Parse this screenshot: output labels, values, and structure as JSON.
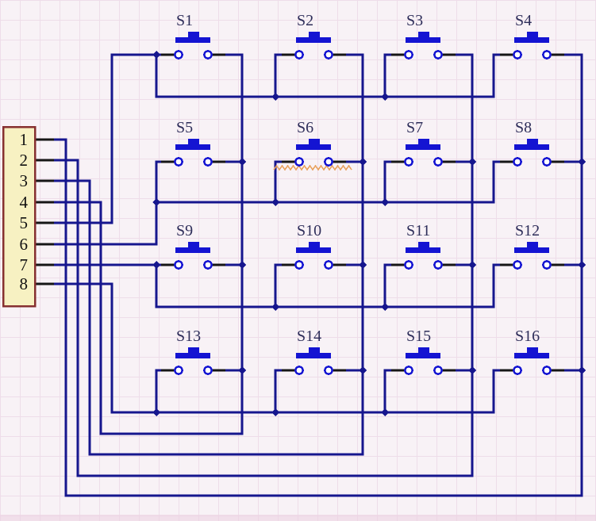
{
  "colors": {
    "background": "#f8f2f6",
    "grid": "#e3c3da",
    "wire": "#16168e",
    "symbol": "#1414d2",
    "lead": "#161616",
    "label": "#2e2e5a",
    "connector_fill": "#f7f1c2",
    "connector_border": "#863030",
    "pin_text": "#101010",
    "highlight": "#e8a25e",
    "edge_strip": "#ecd2e2"
  },
  "connector": {
    "pins": [
      "1",
      "2",
      "3",
      "4",
      "5",
      "6",
      "7",
      "8"
    ]
  },
  "switches": [
    {
      "label": "S1"
    },
    {
      "label": "S2"
    },
    {
      "label": "S3"
    },
    {
      "label": "S4"
    },
    {
      "label": "S5"
    },
    {
      "label": "S6"
    },
    {
      "label": "S7"
    },
    {
      "label": "S8"
    },
    {
      "label": "S9"
    },
    {
      "label": "S10"
    },
    {
      "label": "S11"
    },
    {
      "label": "S12"
    },
    {
      "label": "S13"
    },
    {
      "label": "S14"
    },
    {
      "label": "S15"
    },
    {
      "label": "S16"
    }
  ]
}
